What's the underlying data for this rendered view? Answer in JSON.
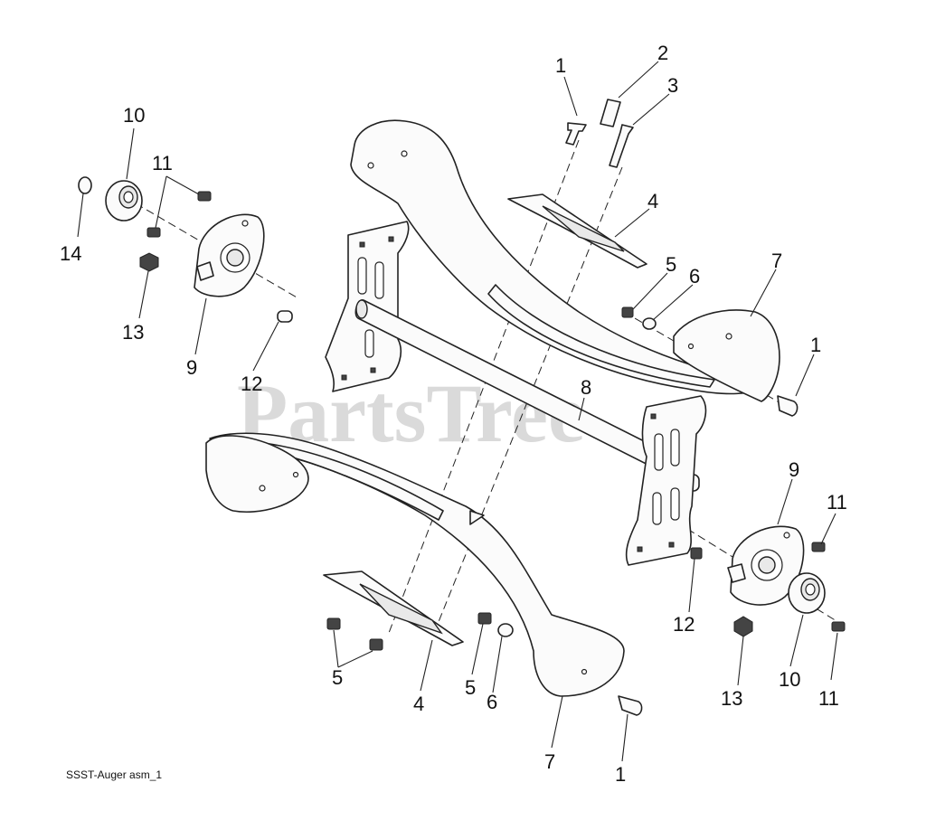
{
  "diagram": {
    "watermark": "PartsTree",
    "caption": "SSST-Auger asm_1",
    "callouts": {
      "c1a": "1",
      "c2": "2",
      "c3": "3",
      "c4a": "4",
      "c5a": "5",
      "c6a": "6",
      "c7a": "7",
      "c1b": "1",
      "c10a": "10",
      "c11a": "11",
      "c14": "14",
      "c13a": "13",
      "c9a": "9",
      "c12a": "12",
      "c8": "8",
      "c9b": "9",
      "c11b": "11",
      "c12b": "12",
      "c13b": "13",
      "c10b": "10",
      "c11c": "11",
      "c5b": "5",
      "c4b": "4",
      "c5c": "5",
      "c6b": "6",
      "c7b": "7",
      "c1c": "1"
    }
  }
}
